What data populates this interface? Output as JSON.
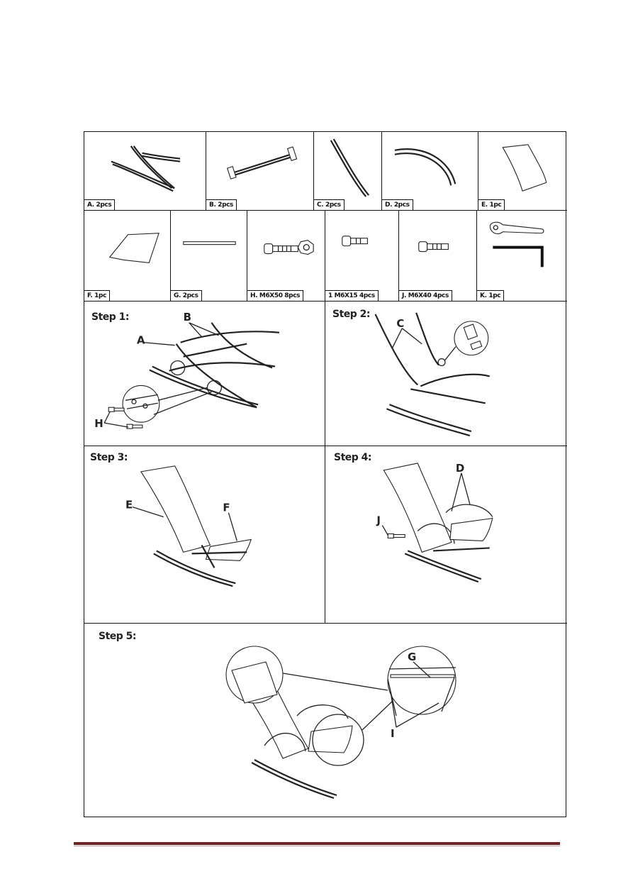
{
  "parts": [
    {
      "id": "A",
      "label": "A. 2pcs"
    },
    {
      "id": "B",
      "label": "B. 2pcs"
    },
    {
      "id": "C",
      "label": "C. 2pcs"
    },
    {
      "id": "D",
      "label": "D. 2pcs"
    },
    {
      "id": "E",
      "label": "E. 1pc"
    },
    {
      "id": "F",
      "label": "F. 1pc"
    },
    {
      "id": "G",
      "label": "G. 2pcs"
    },
    {
      "id": "H",
      "label": "H. M6X50    8pcs"
    },
    {
      "id": "I",
      "label": "1 M6X15 4pcs"
    },
    {
      "id": "J",
      "label": "J. M6X40  4pcs"
    },
    {
      "id": "K",
      "label": "K. 1pc"
    }
  ],
  "steps": [
    {
      "title": "Step 1:",
      "callouts": [
        "A",
        "B",
        "H"
      ]
    },
    {
      "title": "Step 2:",
      "callouts": [
        "C"
      ]
    },
    {
      "title": "Step 3:",
      "callouts": [
        "E",
        "F"
      ]
    },
    {
      "title": "Step 4:",
      "callouts": [
        "D",
        "J"
      ]
    },
    {
      "title": "Step 5:",
      "callouts": [
        "G",
        "I"
      ]
    }
  ],
  "colors": {
    "footer_rule": "#7a1f1f",
    "line": "#222222"
  }
}
